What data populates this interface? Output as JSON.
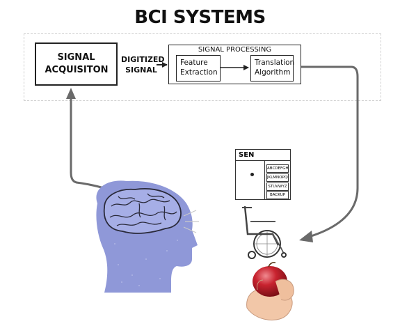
{
  "title": "BCI SYSTEMS",
  "blocks": {
    "acquisition": "SIGNAL ACQUISITON",
    "digitized": "DIGITIZED SIGNAL",
    "processing": {
      "title": "SIGNAL PROCESSING",
      "feature": "Feature Extraction",
      "translation": "Translation Algorithm"
    }
  },
  "speller": {
    "header": "SEN",
    "options": [
      "ABCDEFGHI",
      "JKLMNOPQR",
      "STUVWYZ",
      "BACKUP"
    ]
  },
  "colors": {
    "line": "#222222",
    "arrow_gray": "#6a6a6a",
    "head_fill": "#8f98d8",
    "brain_fill": "#a6aee6",
    "apple": "#c8232f",
    "skin": "#f2c7a8"
  },
  "illustrations": [
    "human-head-brain",
    "wheelchair",
    "hand-holding-apple"
  ]
}
